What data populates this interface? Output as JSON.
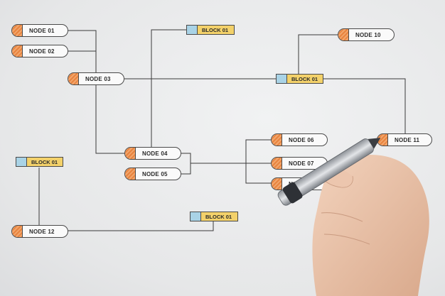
{
  "diagram": {
    "nodes": [
      {
        "id": "node01",
        "label": "NODE 01"
      },
      {
        "id": "node02",
        "label": "NODE 02"
      },
      {
        "id": "node03",
        "label": "NODE 03"
      },
      {
        "id": "node04",
        "label": "NODE 04"
      },
      {
        "id": "node05",
        "label": "NODE 05"
      },
      {
        "id": "node06",
        "label": "NODE 06"
      },
      {
        "id": "node07",
        "label": "NODE 07"
      },
      {
        "id": "node08",
        "label": "NODE 08"
      },
      {
        "id": "node10",
        "label": "NODE 10"
      },
      {
        "id": "node11",
        "label": "NODE 11"
      },
      {
        "id": "node12",
        "label": "NODE 12"
      }
    ],
    "blocks": [
      {
        "id": "blockTop",
        "label": "BLOCK 01"
      },
      {
        "id": "blockMid",
        "label": "BLOCK 01"
      },
      {
        "id": "blockLeft",
        "label": "BLOCK 01"
      },
      {
        "id": "blockBottom",
        "label": "BLOCK 01"
      }
    ]
  },
  "colors": {
    "node_cap": "#e8843f",
    "block_fill": "#f3d16a",
    "block_cap": "#a9d3e6",
    "line": "#3a3a3a",
    "paper": "#e9eaeb"
  }
}
